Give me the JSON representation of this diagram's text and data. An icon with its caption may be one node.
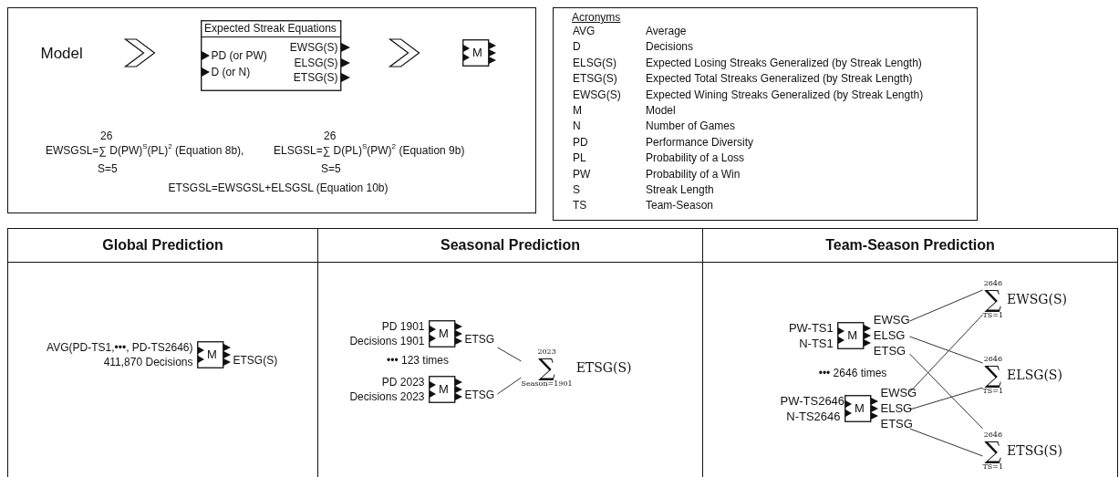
{
  "diagram": {
    "nodes": [
      {
        "text": [],
        "shape": "box"
      },
      {
        "text": [
          "Model"
        ],
        "in": 0
      },
      {
        "text": [
          "Expected Streak Equations",
          "PD (or PW)",
          "D (or N)",
          "EWSG(S)",
          "ELSG(S)",
          "ETSG(S)"
        ],
        "in": 0
      },
      {
        "text": [
          "M"
        ],
        "in": 0
      },
      {
        "text": [
          "Acronyms"
        ]
      },
      {
        "text": [
          "Global Prediction"
        ]
      },
      {
        "text": [
          "Seasonal Prediction"
        ]
      },
      {
        "text": [
          "Team-Season Prediction"
        ]
      },
      {
        "text": [
          "M"
        ],
        "in": 5,
        "beside": [
          "AVG(PD-TS1,•••, PD-TS2646)",
          "411,870 Decisions",
          "ETSG(S)"
        ]
      },
      {
        "text": [
          "M"
        ],
        "in": 6,
        "beside": [
          "PD 1901",
          "Decisions 1901",
          "ETSG"
        ]
      },
      {
        "text": [
          "M"
        ],
        "in": 6,
        "beside": [
          "PD 2023",
          "Decisions 2023",
          "ETSG"
        ]
      },
      {
        "text": [
          "2023",
          "∑",
          "Season=1901",
          "ETSG(S)"
        ],
        "in": 6
      },
      {
        "text": [
          "M"
        ],
        "in": 7,
        "beside": [
          "PW-TS1",
          "N-TS1",
          "EWSG",
          "ELSG",
          "ETSG"
        ]
      },
      {
        "text": [
          "M"
        ],
        "in": 7,
        "beside": [
          "PW-TS2646",
          "N-TS2646",
          "EWSG",
          "ELSG",
          "ETSG"
        ]
      },
      {
        "text": [
          "2646",
          "∑",
          "TS=1",
          "EWSG(S)"
        ],
        "in": 7
      },
      {
        "text": [
          "2646",
          "∑",
          "TS=1",
          "ELSG(S)"
        ],
        "in": 7
      },
      {
        "text": [
          "2646",
          "∑",
          "TS=1",
          "ETSG(S)"
        ],
        "in": 7
      }
    ],
    "edges": [
      {
        "from": 1,
        "to": 2,
        "arrow": "to"
      },
      {
        "from": 2,
        "to": 3,
        "arrow": "to"
      },
      {
        "from": 9,
        "to": 11,
        "arrow": "none"
      },
      {
        "from": 10,
        "to": 11,
        "arrow": "none"
      },
      {
        "from": 12,
        "to": 14,
        "arrow": "none"
      },
      {
        "from": 12,
        "to": 15,
        "arrow": "none"
      },
      {
        "from": 12,
        "to": 16,
        "arrow": "none"
      },
      {
        "from": 13,
        "to": 14,
        "arrow": "none"
      },
      {
        "from": 13,
        "to": 15,
        "arrow": "none"
      },
      {
        "from": 13,
        "to": 16,
        "arrow": "none"
      }
    ],
    "labels": [
      "26",
      "26",
      "EWSGSL=∑ D(PW)$^{S}$(PL)$^{2}$ (Equation 8b),",
      "ELSGSL=∑ D(PL)$^{S}$(PW)$^{2}$ (Equation 9b)",
      "S=5",
      "S=5",
      "ETSGSL=EWSGSL+ELSGSL (Equation 10b)",
      "AVG",
      "Average",
      "D",
      "Decisions",
      "ELSG(S)",
      "Expected Losing Streaks Generalized (by Streak Length)",
      "ETSG(S)",
      "Expected Total Streaks Generalized (by Streak Length)",
      "EWSG(S)",
      "Expected Wining Streaks Generalized (by Streak Length)",
      "M",
      "Model",
      "N",
      "Number of Games",
      "PD",
      "Performance Diversity",
      "PL",
      "Probability of a Loss",
      "PW",
      "Probability of a Win",
      "S",
      "Streak Length",
      "TS",
      "Team-Season",
      "••• 123 times",
      "••• 2646 times"
    ]
  }
}
